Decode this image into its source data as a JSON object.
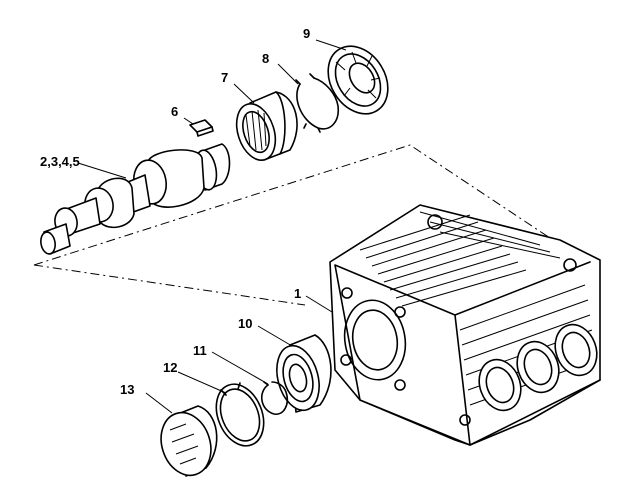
{
  "labels": {
    "crankshaft": "2,3,4,5",
    "key": "6",
    "roller_bearing": "7",
    "circlip_upper": "8",
    "seal_ring": "9",
    "crankcase": "1",
    "ball_bearing": "10",
    "circlip_small": "11",
    "circlip_large": "12",
    "cover_cap": "13"
  }
}
